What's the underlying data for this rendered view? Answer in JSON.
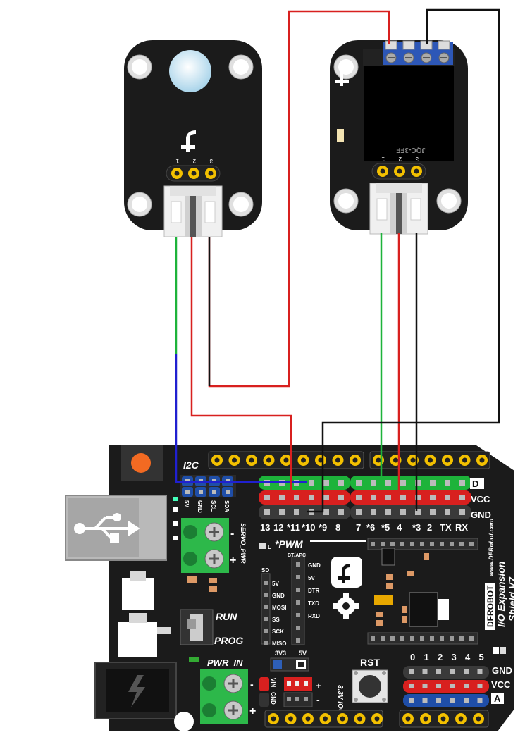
{
  "shield": {
    "i2c_label": "I2C",
    "i2c_pins": [
      "5V",
      "GND",
      "SCL",
      "SDA"
    ],
    "servo_pwr": "SERVO_PWR",
    "row_labels": {
      "d": "D",
      "vcc": "VCC",
      "gnd": "GND"
    },
    "digital_pins": [
      "13",
      "12",
      "*11",
      "*10",
      "*9",
      "8",
      "7",
      "*6",
      "*5",
      "4",
      "*3",
      "2",
      "TX",
      "RX"
    ],
    "pwm_note": "*PWM",
    "sd_label": "SD",
    "sd_pins": [
      "5V",
      "GND",
      "MOSI",
      "SS",
      "SCK",
      "MISO"
    ],
    "bt_label": "BT/APC",
    "bt_pins": [
      "GND",
      "5V",
      "DTR",
      "TXD",
      "RXD"
    ],
    "switch": {
      "run": "RUN",
      "prog": "PROG"
    },
    "pwr_in": "PWR_IN",
    "vsel": {
      "a": "3V3",
      "b": "5V"
    },
    "vin_gnd": {
      "vin": "VIN",
      "gnd": "GND"
    },
    "io_voltage": "3.3V IOU",
    "rst": "RST",
    "analog_pins": [
      "0",
      "1",
      "2",
      "3",
      "4",
      "5"
    ],
    "analog_labels": {
      "gnd": "GND",
      "vcc": "VCC",
      "a": "A"
    },
    "brand": "DFROBOT",
    "url": "www.DFRobot.com",
    "title": "I/O Expansion",
    "version": "Shield V7",
    "led_l": "L",
    "plus": "+",
    "minus": "-"
  },
  "sensor_module": {
    "pins": [
      "1",
      "2",
      "3"
    ]
  },
  "relay_module": {
    "relay_text": "JQC-3FF",
    "pins": [
      "1",
      "2",
      "3"
    ]
  },
  "colors": {
    "board": "#1b1b1b",
    "green": "#1db33a",
    "red": "#d8201f",
    "blue": "#1f4ea8",
    "yellow": "#f3c000",
    "terminal": "#2db84a",
    "wire_blue": "#2020d0"
  }
}
